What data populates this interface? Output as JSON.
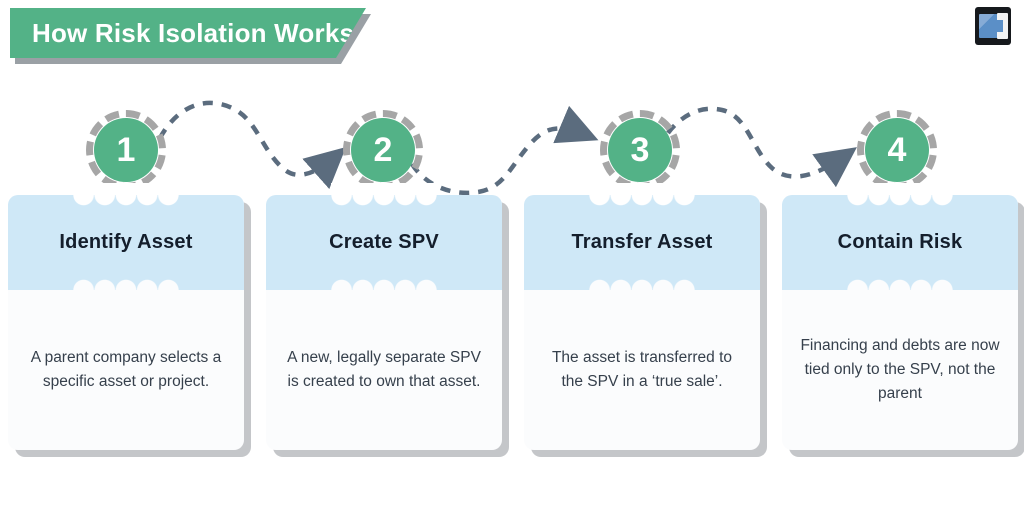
{
  "banner": {
    "title": "How Risk Isolation Works"
  },
  "logo": {
    "name": "company-logo"
  },
  "colors": {
    "accent_green": "#53b287",
    "header_blue": "#cfe8f7",
    "arrow_slate": "#5b6c7e",
    "ring_gray": "#a6a6a6",
    "heading_text": "#141e2c",
    "body_text": "#36404c"
  },
  "steps": [
    {
      "number": "1",
      "title": "Identify Asset",
      "description": "A parent company selects a specific asset or project."
    },
    {
      "number": "2",
      "title": "Create SPV",
      "description": "A new, legally separate SPV is created to own that asset."
    },
    {
      "number": "3",
      "title": "Transfer Asset",
      "description": "The asset is transferred to the SPV in a ‘true sale’."
    },
    {
      "number": "4",
      "title": "Contain Risk",
      "description": "Financing and debts are now tied only to the SPV, not the parent"
    }
  ]
}
